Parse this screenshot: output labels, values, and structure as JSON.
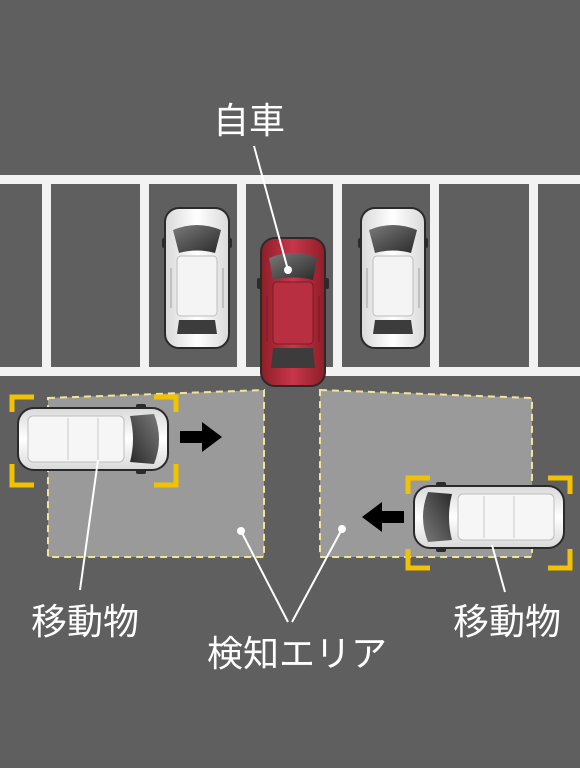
{
  "labels": {
    "own_car": "自車",
    "moving_object_left": "移動物",
    "moving_object_right": "移動物",
    "detection_area": "検知エリア"
  },
  "colors": {
    "asphalt": "#5f5f5f",
    "parking_lines": "#f2f2f2",
    "detection_area_fill": "#9a9a9a",
    "detection_area_border": "#f3e39a",
    "detection_bracket": "#f2c200",
    "own_car": "#b52a37",
    "other_car": "#ffffff",
    "arrow": "#000000",
    "label_text": "#ffffff"
  },
  "icons": {
    "own_car": "red-car-topview-icon",
    "parked_cars": "white-car-topview-icon",
    "moving_cars": "white-van-topview-icon",
    "motion_arrows": "arrow-icon"
  }
}
